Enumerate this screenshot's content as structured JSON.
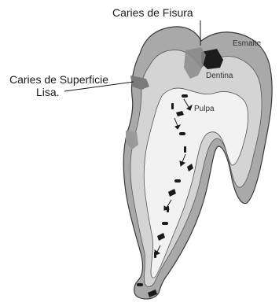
{
  "labels": {
    "fisura": "Caries de Fisura",
    "superficie_line1": "Caries de Superficie",
    "superficie_line2": "Lisa.",
    "esmalte": "Esmalte",
    "dentina": "Dentina",
    "pulpa": "Pulpa"
  },
  "colors": {
    "enamel": "#a9a9a9",
    "dentin": "#d4d4d4",
    "pulp": "#f2f2f2",
    "lesion": "#7a7a7a",
    "fissure_lesion": "#1c1c1c",
    "outline": "#3a3a3a",
    "text": "#1a1a1a"
  }
}
